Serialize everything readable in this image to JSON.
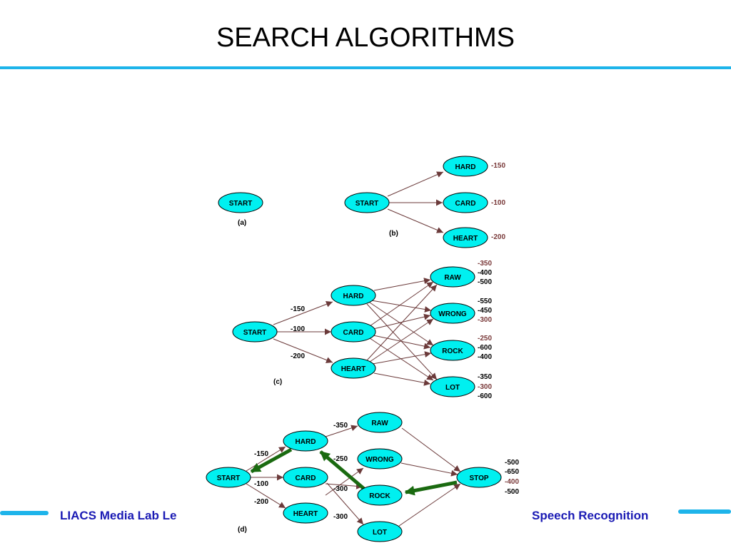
{
  "slide": {
    "title": "SEARCH ALGORITHMS",
    "footer_left": "LIACS Media Lab Le",
    "footer_right": "Speech Recognition"
  },
  "colors": {
    "rule": "#1eb4ea",
    "node_fill": "#00f0f0",
    "edge": "#6b3a3a",
    "highlight": "#1a6a10",
    "footer_text": "#1a1ab4",
    "score_brown": "#7a3a3a"
  },
  "panels": {
    "a": {
      "label": "(a)",
      "nodes": {
        "start": "START"
      }
    },
    "b": {
      "label": "(b)",
      "nodes": {
        "start": "START",
        "hard": "HARD",
        "card": "CARD",
        "heart": "HEART"
      },
      "scores": {
        "hard": "-150",
        "card": "-100",
        "heart": "-200"
      }
    },
    "c": {
      "label": "(c)",
      "nodes": {
        "start": "START",
        "hard": "HARD",
        "card": "CARD",
        "heart": "HEART",
        "raw": "RAW",
        "wrong": "WRONG",
        "rock": "ROCK",
        "lot": "LOT"
      },
      "edge_labels": {
        "start_hard": "-150",
        "start_card": "-100",
        "start_heart": "-200"
      },
      "scores": {
        "raw": [
          "-350",
          "-400",
          "-500"
        ],
        "wrong": [
          "-550",
          "-450",
          "-300"
        ],
        "rock": [
          "-250",
          "-600",
          "-400"
        ],
        "lot": [
          "-350",
          "-300",
          "-600"
        ]
      }
    },
    "d": {
      "label": "(d)",
      "nodes": {
        "start": "START",
        "hard": "HARD",
        "card": "CARD",
        "heart": "HEART",
        "raw": "RAW",
        "wrong": "WRONG",
        "rock": "ROCK",
        "lot": "LOT",
        "stop": "STOP"
      },
      "edge_labels": {
        "start_hard": "-150",
        "start_card": "-100",
        "start_heart": "-200",
        "hard_raw": "-350",
        "hard_rock": "-250",
        "card_rock": "-300",
        "heart_lot": "-300"
      },
      "scores": {
        "stop": [
          "-500",
          "-650",
          "-400",
          "-500"
        ]
      }
    }
  }
}
